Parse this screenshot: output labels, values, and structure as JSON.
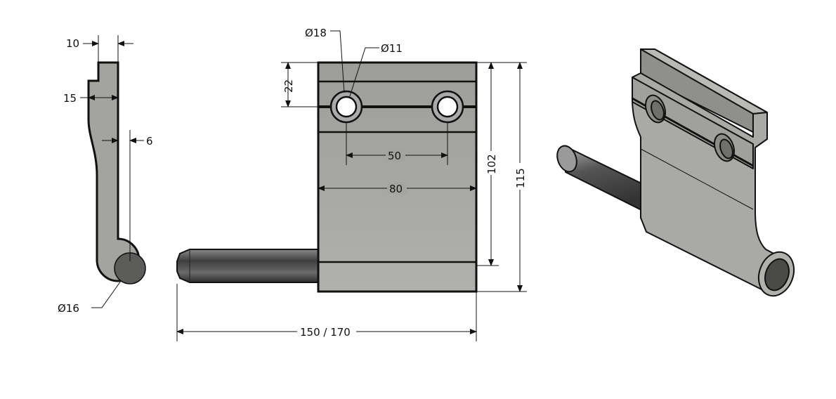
{
  "side_view": {
    "dim_top": "10",
    "dim_flange": "15",
    "dim_plate": "6",
    "dim_pin_dia": "Ø16"
  },
  "front_view": {
    "dim_counterbore": "Ø18",
    "dim_hole": "Ø11",
    "dim_hole_offset": "22",
    "dim_hole_spacing": "50",
    "dim_width": "80",
    "dim_inner_height": "102",
    "dim_height": "115",
    "dim_overall_length": "150 / 170"
  },
  "colors": {
    "part": "#a4a4a0",
    "pin": "#5a5a5a",
    "outline": "#111111"
  }
}
